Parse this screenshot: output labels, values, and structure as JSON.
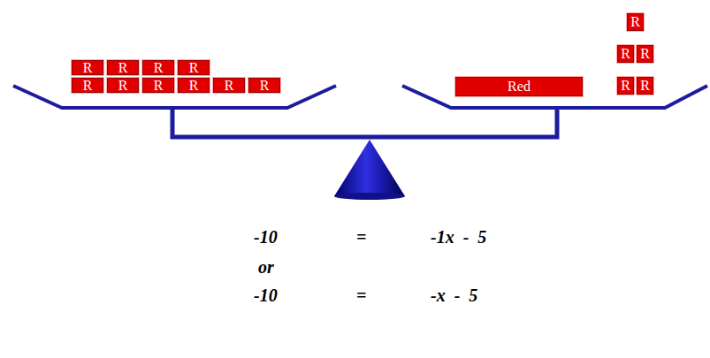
{
  "diagram": {
    "nodes": [
      {
        "text": [
          "R"
        ]
      },
      {
        "text": [
          "R"
        ]
      },
      {
        "text": [
          "R"
        ]
      },
      {
        "text": [
          "R"
        ]
      },
      {
        "text": [
          "R"
        ]
      },
      {
        "text": [
          "R"
        ]
      },
      {
        "text": [
          "R"
        ]
      },
      {
        "text": [
          "R"
        ]
      },
      {
        "text": [
          "R"
        ]
      },
      {
        "text": [
          "R"
        ]
      },
      {
        "text": [
          "Red"
        ]
      },
      {
        "text": [
          "R"
        ]
      },
      {
        "text": [
          "R"
        ]
      },
      {
        "text": [
          "R"
        ]
      },
      {
        "text": [
          "R"
        ]
      },
      {
        "text": [
          "R"
        ]
      }
    ],
    "labels": [
      "-10",
      "=",
      "-1x  -  5",
      "or",
      "-10",
      "=",
      "-x  -  5"
    ]
  }
}
